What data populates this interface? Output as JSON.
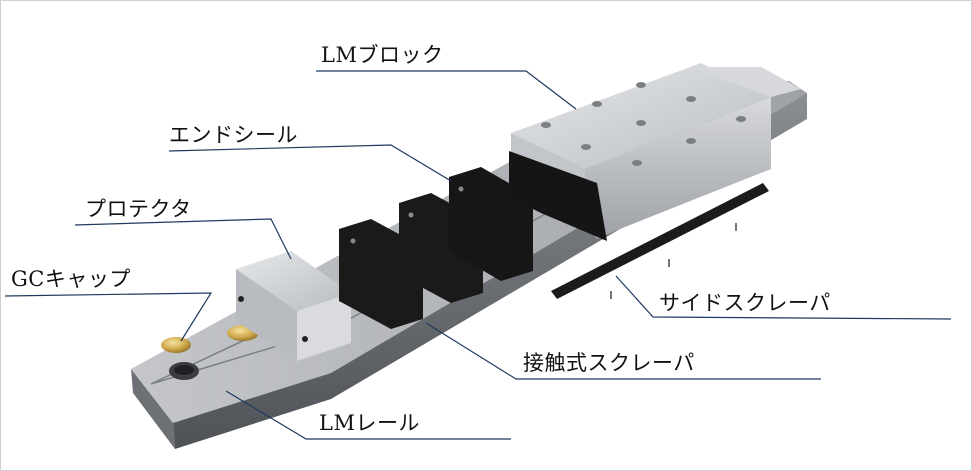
{
  "labels": {
    "lm_block": "LMブロック",
    "end_seal": "エンドシール",
    "protector": "プロテクタ",
    "gc_cap": "GCキャップ",
    "side_scraper": "サイドスクレーパ",
    "contact_scraper": "接触式スクレーパ",
    "lm_rail": "LMレール"
  },
  "colors": {
    "leader_line": "#1f3a5f",
    "rail_metal": "#a7a9ad",
    "block_metal": "#cdd0d4",
    "seal_black": "#1a1a1a",
    "brass_cap": "#c9a544"
  }
}
